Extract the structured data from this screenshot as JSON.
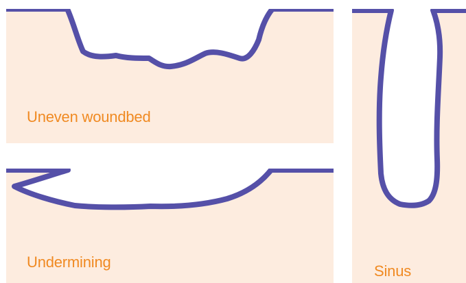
{
  "colors": {
    "tissue": "#fdecdf",
    "wound_edge": "#5550a8",
    "label": "#f08a22",
    "background": "#ffffff"
  },
  "panels": {
    "uneven_woundbed": {
      "label": "Uneven woundbed"
    },
    "undermining": {
      "label": "Undermining"
    },
    "sinus": {
      "label": "Sinus"
    }
  }
}
